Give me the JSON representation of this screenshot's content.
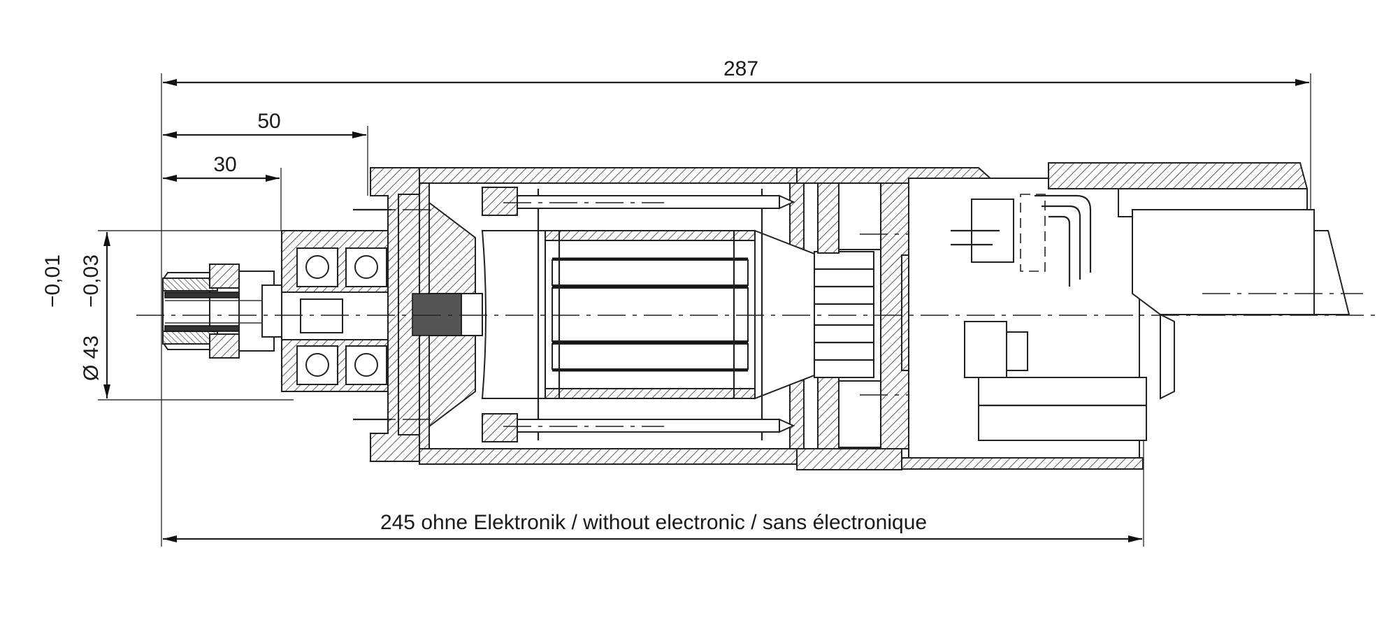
{
  "dimensions": {
    "overall_length": "287",
    "dim_50": "50",
    "dim_30": "30",
    "diameter_label": "Ø 43",
    "tolerance_upper": "−0,01",
    "tolerance_lower": "−0,03",
    "length_without_electronic": "245 ohne Elektronik / without electronic / sans électronique"
  }
}
